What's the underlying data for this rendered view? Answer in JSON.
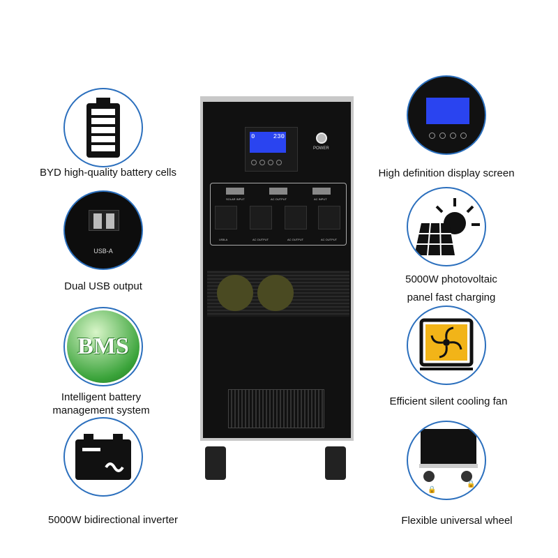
{
  "features_left": [
    {
      "label": "BYD high-quality battery cells",
      "icon": "battery-icon"
    },
    {
      "label": "Dual USB output",
      "icon": "usb-port-icon",
      "icon_text": "USB-A"
    },
    {
      "label": "Intelligent battery management system",
      "icon": "bms-icon",
      "icon_text": "BMS"
    },
    {
      "label": "5000W bidirectional inverter",
      "icon": "inverter-icon"
    }
  ],
  "features_right": [
    {
      "label": "High definition display screen",
      "icon": "display-icon"
    },
    {
      "label": "5000W photovoltaic panel fast charging",
      "icon": "solar-panel-icon"
    },
    {
      "label": "Efficient silent cooling fan",
      "icon": "fan-icon"
    },
    {
      "label": "Flexible universal wheel",
      "icon": "wheel-icon"
    }
  ],
  "device": {
    "display_left": "0",
    "display_right": "230",
    "power_label": "POWER",
    "ports_top": [
      "SOLAR INPUT",
      "AC OUTPUT",
      "AC INPUT"
    ],
    "ports_bottom": [
      "USB-A",
      "AC OUTPUT",
      "AC OUTPUT",
      "AC OUTPUT"
    ]
  },
  "colors": {
    "accent": "#2b6fbd",
    "screen": "#2a44f0",
    "bms_green": "#3aa33a",
    "fan_yellow": "#f2b418"
  }
}
